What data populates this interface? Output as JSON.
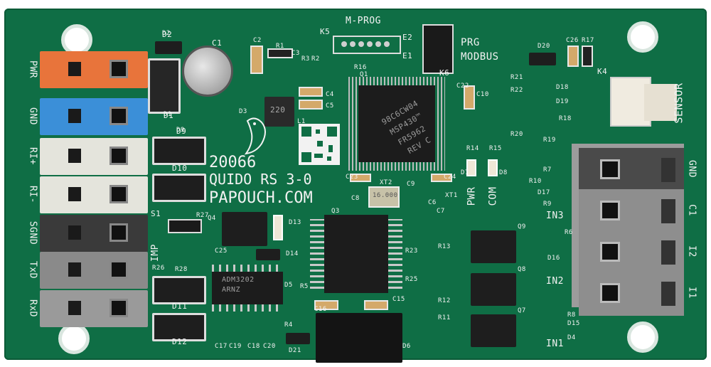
{
  "board": {
    "model_number": "20066",
    "model_name": "QUIDO RS 3-0",
    "website": "PAPOUCH.COM"
  },
  "headers": {
    "m_prog": "M-PROG",
    "prg": "PRG",
    "modbus": "MODBUS",
    "sensor": "SENSOR",
    "pwr": "PWR",
    "com": "COM",
    "imp": "IMP",
    "k5": "K5",
    "k6": "K6",
    "k4": "K4",
    "e1": "E1",
    "e2": "E2",
    "s1": "S1"
  },
  "left_terminals": [
    {
      "label": "PWR",
      "color": "#e8743b"
    },
    {
      "label": "GND",
      "color": "#3b8fd8"
    },
    {
      "label": "RI+",
      "color": "#e4e4dc"
    },
    {
      "label": "RI-",
      "color": "#e4e4dc"
    },
    {
      "label": "SGND",
      "color": "#3a3a3a"
    },
    {
      "label": "TxD",
      "color": "#8a8a8a"
    },
    {
      "label": "RxD",
      "color": "#9a9a9a"
    }
  ],
  "right_terminals": [
    {
      "label": "GND"
    },
    {
      "label": "C1"
    },
    {
      "label": "I2"
    },
    {
      "label": "I1"
    }
  ],
  "inputs": {
    "in1": "IN1",
    "in2": "IN2",
    "in3": "IN3"
  },
  "chips": {
    "mcu_line1": "98C6CW04",
    "mcu_line2": "MSP430™",
    "mcu_line3": "FR5962",
    "mcu_line4": "REV C",
    "driver_line1": "ADM3202",
    "driver_line2": "ARNZ",
    "xt2": "16.000",
    "l1": "220"
  },
  "designators": [
    "C1",
    "C2",
    "C3",
    "C4",
    "C5",
    "C6",
    "C7",
    "C8",
    "C9",
    "C10",
    "C15",
    "C16",
    "C17",
    "C19",
    "C18",
    "C20",
    "C22",
    "C23",
    "C24",
    "C26",
    "C25",
    "D1",
    "D2",
    "D3",
    "D4",
    "D5",
    "D6",
    "D7",
    "D8",
    "D9",
    "D10",
    "D11",
    "D12",
    "D13",
    "D14",
    "D15",
    "D16",
    "D17",
    "D18",
    "D19",
    "D20",
    "D21",
    "L1",
    "Q1",
    "Q3",
    "Q4",
    "Q7",
    "Q8",
    "Q9",
    "R1",
    "R2",
    "R3",
    "R4",
    "R5",
    "R6",
    "R7",
    "R8",
    "R9",
    "R10",
    "R11",
    "R12",
    "R13",
    "R14",
    "R15",
    "R16",
    "R17",
    "R18",
    "R19",
    "R20",
    "R21",
    "R22",
    "R23",
    "R25",
    "R26",
    "R27",
    "R28",
    "XT1",
    "XT2"
  ]
}
